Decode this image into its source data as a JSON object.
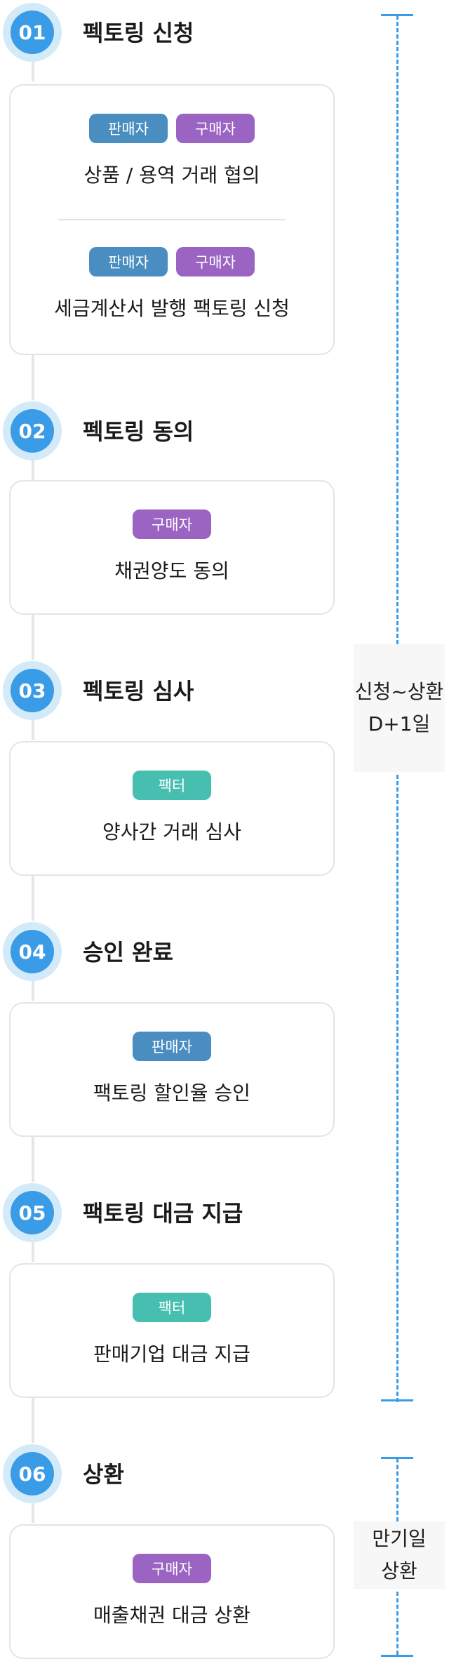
{
  "steps": [
    {
      "number": "01",
      "title": "펙토링 신청",
      "sections": [
        {
          "badges": [
            {
              "label": "판매자",
              "role": "seller"
            },
            {
              "label": "구매자",
              "role": "buyer"
            }
          ],
          "text": "상품 / 용역 거래 협의"
        },
        {
          "badges": [
            {
              "label": "판매자",
              "role": "seller"
            },
            {
              "label": "구매자",
              "role": "buyer"
            }
          ],
          "text": "세금계산서 발행 팩토링 신청"
        }
      ]
    },
    {
      "number": "02",
      "title": "펙토링 동의",
      "sections": [
        {
          "badges": [
            {
              "label": "구매자",
              "role": "buyer"
            }
          ],
          "text": "채권양도 동의"
        }
      ]
    },
    {
      "number": "03",
      "title": "펙토링 심사",
      "sections": [
        {
          "badges": [
            {
              "label": "팩터",
              "role": "factor"
            }
          ],
          "text": "양사간 거래 심사"
        }
      ]
    },
    {
      "number": "04",
      "title": "승인 완료",
      "sections": [
        {
          "badges": [
            {
              "label": "판매자",
              "role": "seller"
            }
          ],
          "text": "팩토링 할인율 승인"
        }
      ]
    },
    {
      "number": "05",
      "title": "팩토링 대금 지급",
      "sections": [
        {
          "badges": [
            {
              "label": "팩터",
              "role": "factor"
            }
          ],
          "text": "판매기업 대금 지급"
        }
      ]
    },
    {
      "number": "06",
      "title": "상환",
      "sections": [
        {
          "badges": [
            {
              "label": "구매자",
              "role": "buyer"
            }
          ],
          "text": "매출채권 대금 상환"
        }
      ]
    }
  ],
  "durations": [
    {
      "line1": "신청~상환",
      "line2": "D+1일"
    },
    {
      "line1": "만기일",
      "line2": "상환"
    }
  ],
  "colors": {
    "step_circle": "#3a9be6",
    "step_circle_halo": "#d3eaf9",
    "seller_badge": "#4a8dc1",
    "buyer_badge": "#9b64c2",
    "factor_badge": "#46bfb0",
    "timeline_dash": "#3a9be6"
  }
}
